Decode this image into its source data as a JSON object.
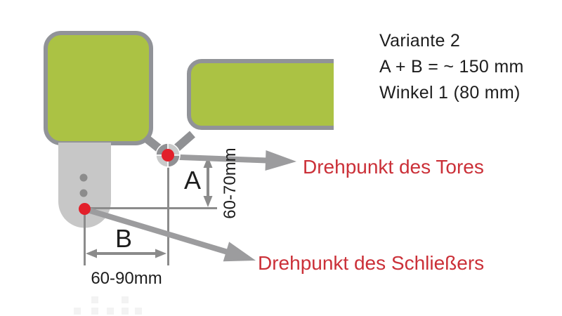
{
  "info_block": {
    "lines": [
      "Variante 2",
      "A + B = ~ 150 mm",
      "Winkel 1 (80 mm)"
    ]
  },
  "annotations": {
    "gate_pivot_label": "Drehpunkt des Tores",
    "closer_pivot_label": "Drehpunkt des Schließers"
  },
  "dimensions": {
    "a_label": "A",
    "a_range": "60-70mm",
    "b_label": "B",
    "b_range": "60-90mm"
  },
  "colors": {
    "panel_green": "#abc244",
    "panel_border": "#919398",
    "body_gray": "#c7c7c7",
    "arrow_gray": "#9c9c9e",
    "dim_gray": "#8b8b8b",
    "dark_gray": "#8c8c8c",
    "hinge_light": "#c9caca",
    "hinge_dark": "#909194",
    "pivot_red": "#e2202a",
    "label_red": "#cb3038",
    "text_black": "#1d1d1d"
  }
}
